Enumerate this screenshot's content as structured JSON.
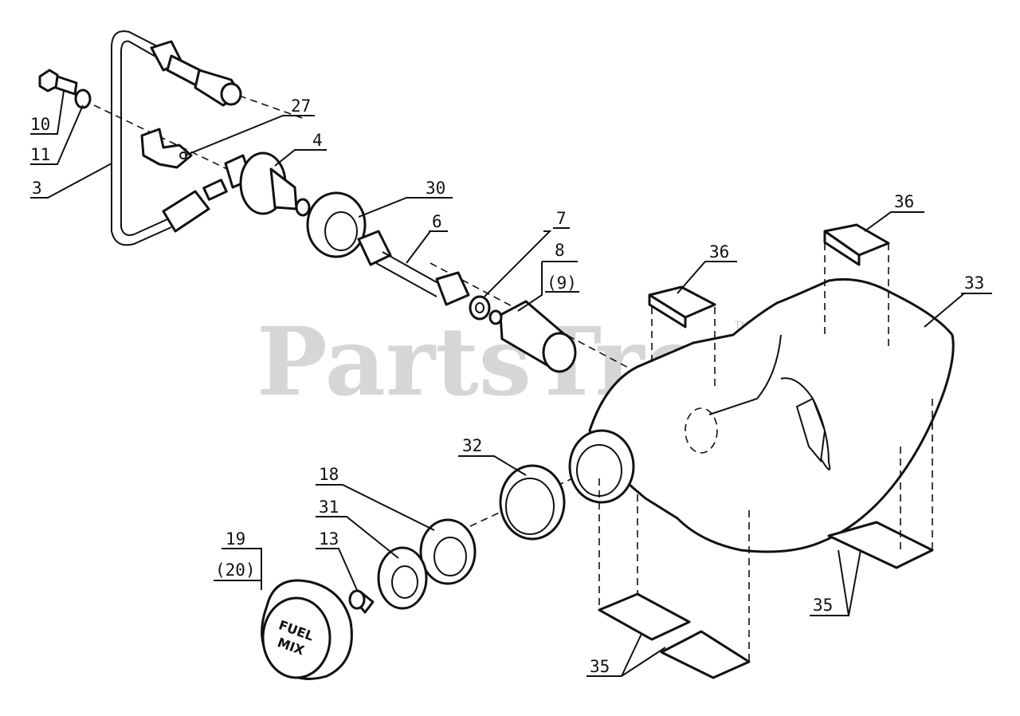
{
  "watermark": {
    "text": "PartsTree",
    "trademark": "TM"
  },
  "callouts": [
    {
      "id": "p10",
      "label": "10"
    },
    {
      "id": "p11",
      "label": "11"
    },
    {
      "id": "p3",
      "label": "3"
    },
    {
      "id": "p27",
      "label": "27"
    },
    {
      "id": "p4",
      "label": "4"
    },
    {
      "id": "p30",
      "label": "30"
    },
    {
      "id": "p6",
      "label": "6"
    },
    {
      "id": "p7",
      "label": "7"
    },
    {
      "id": "p8",
      "label": "8"
    },
    {
      "id": "p9",
      "label": "(9)"
    },
    {
      "id": "p36a",
      "label": "36"
    },
    {
      "id": "p36b",
      "label": "36"
    },
    {
      "id": "p33",
      "label": "33"
    },
    {
      "id": "p32",
      "label": "32"
    },
    {
      "id": "p18",
      "label": "18"
    },
    {
      "id": "p31",
      "label": "31"
    },
    {
      "id": "p13",
      "label": "13"
    },
    {
      "id": "p19",
      "label": "19"
    },
    {
      "id": "p20",
      "label": "(20)"
    },
    {
      "id": "p35a",
      "label": "35"
    },
    {
      "id": "p35b",
      "label": "35"
    }
  ],
  "fuel_cap": {
    "line1": "FUEL",
    "line2": "MIX"
  }
}
